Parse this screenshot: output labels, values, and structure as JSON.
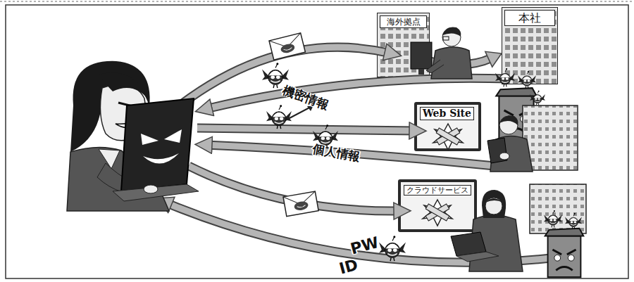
{
  "diagram": {
    "nodes": [
      {
        "text": [
          "海外拠点"
        ]
      },
      {
        "text": [
          "本社"
        ]
      },
      {
        "text": [
          "Web Site"
        ]
      },
      {
        "text": [
          "クラウドサービス"
        ]
      }
    ],
    "edges": [
      {
        "from": 0,
        "to": 1,
        "arrow": "to"
      }
    ],
    "labels": [
      "機密情報",
      "個人情報",
      "PW",
      "ID"
    ]
  }
}
